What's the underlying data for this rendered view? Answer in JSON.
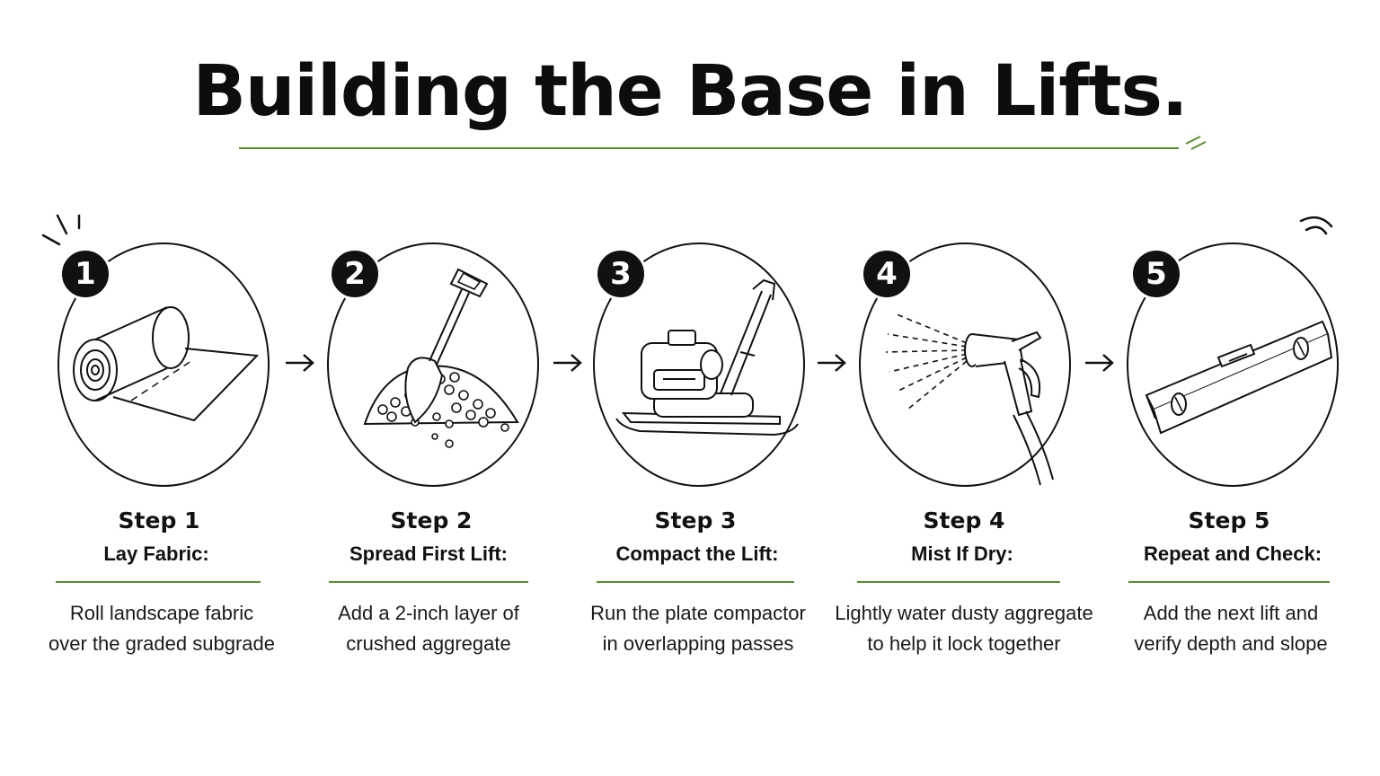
{
  "title": "Building the Base in Lifts.",
  "colors": {
    "accent": "#5a8f2e",
    "ink": "#111111",
    "background": "#ffffff"
  },
  "steps": [
    {
      "number": "1",
      "title": "Step 1",
      "subtitle": "Lay Fabric:",
      "description_line1": "Roll landscape fabric",
      "description_line2": "over the graded subgrade",
      "icon": "fabric-roll-icon"
    },
    {
      "number": "2",
      "title": "Step 2",
      "subtitle": "Spread First Lift:",
      "description_line1": "Add a 2-inch layer of",
      "description_line2": "crushed aggregate",
      "icon": "shovel-icon"
    },
    {
      "number": "3",
      "title": "Step 3",
      "subtitle": "Compact the Lift:",
      "description_line1": "Run the plate compactor",
      "description_line2": "in overlapping passes",
      "icon": "plate-compactor-icon"
    },
    {
      "number": "4",
      "title": "Step 4",
      "subtitle": "Mist If Dry:",
      "description_line1": "Lightly water dusty aggregate",
      "description_line2": "to help it lock together",
      "icon": "hose-nozzle-icon"
    },
    {
      "number": "5",
      "title": "Step 5",
      "subtitle": "Repeat and Check:",
      "description_line1": "Add the next lift and",
      "description_line2": "verify depth and slope",
      "icon": "spirit-level-icon"
    }
  ]
}
